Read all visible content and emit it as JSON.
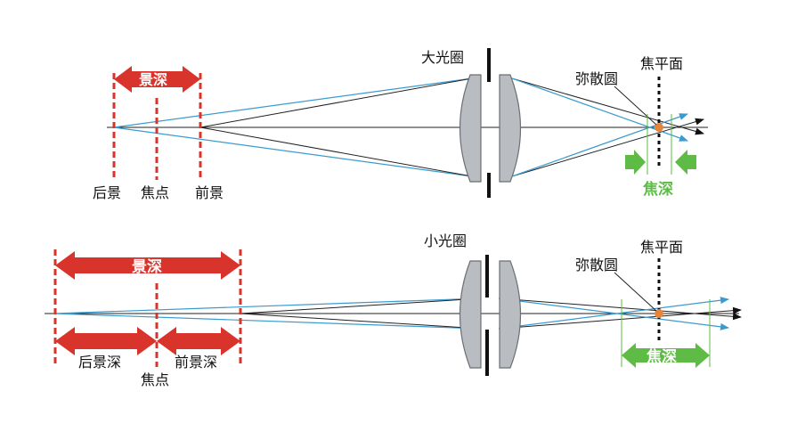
{
  "top": {
    "aperture_label": "大光圈",
    "coc_label": "弥散圆",
    "focal_plane_label": "焦平面",
    "dof_label": "景深",
    "background_label": "后景",
    "focus_label": "焦点",
    "foreground_label": "前景",
    "focus_depth_label": "焦深"
  },
  "bottom": {
    "aperture_label": "小光圈",
    "coc_label": "弥散圆",
    "focal_plane_label": "焦平面",
    "dof_label": "景深",
    "rear_dof_label": "后景深",
    "front_dof_label": "前景深",
    "focus_label": "焦点",
    "focus_depth_label": "焦深"
  },
  "colors": {
    "dof_red": "#d8342c",
    "focus_depth_green": "#5dbb46",
    "ray_blue": "#3a9bd0",
    "lens_gray": "#b9bdc2",
    "coc_orange": "#e8843a"
  }
}
